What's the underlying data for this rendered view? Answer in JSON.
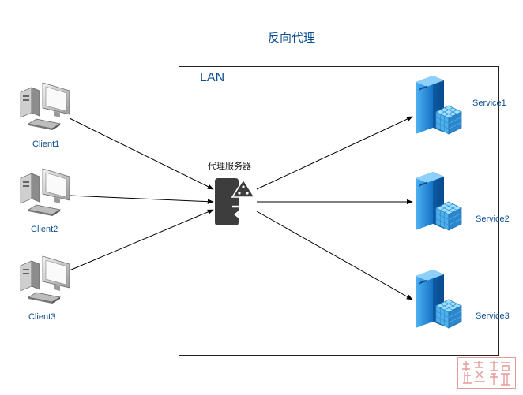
{
  "title": "反向代理",
  "lan": {
    "label": "LAN"
  },
  "proxy": {
    "label": "代理服务器",
    "icon": "proxy-server-icon"
  },
  "clients": [
    {
      "label": "Client1",
      "icon": "desktop-computer-icon"
    },
    {
      "label": "Client2",
      "icon": "desktop-computer-icon"
    },
    {
      "label": "Client3",
      "icon": "desktop-computer-icon"
    }
  ],
  "services": [
    {
      "label": "Service1",
      "icon": "server-database-icon"
    },
    {
      "label": "Service2",
      "icon": "server-database-icon"
    },
    {
      "label": "Service3",
      "icon": "server-database-icon"
    }
  ],
  "colors": {
    "label_text": "#0b4f91",
    "server_blue": "#1b86d8",
    "proxy_dark": "#3a3a3a"
  },
  "watermark": {
    "text": "",
    "color": "#e59a9a"
  }
}
